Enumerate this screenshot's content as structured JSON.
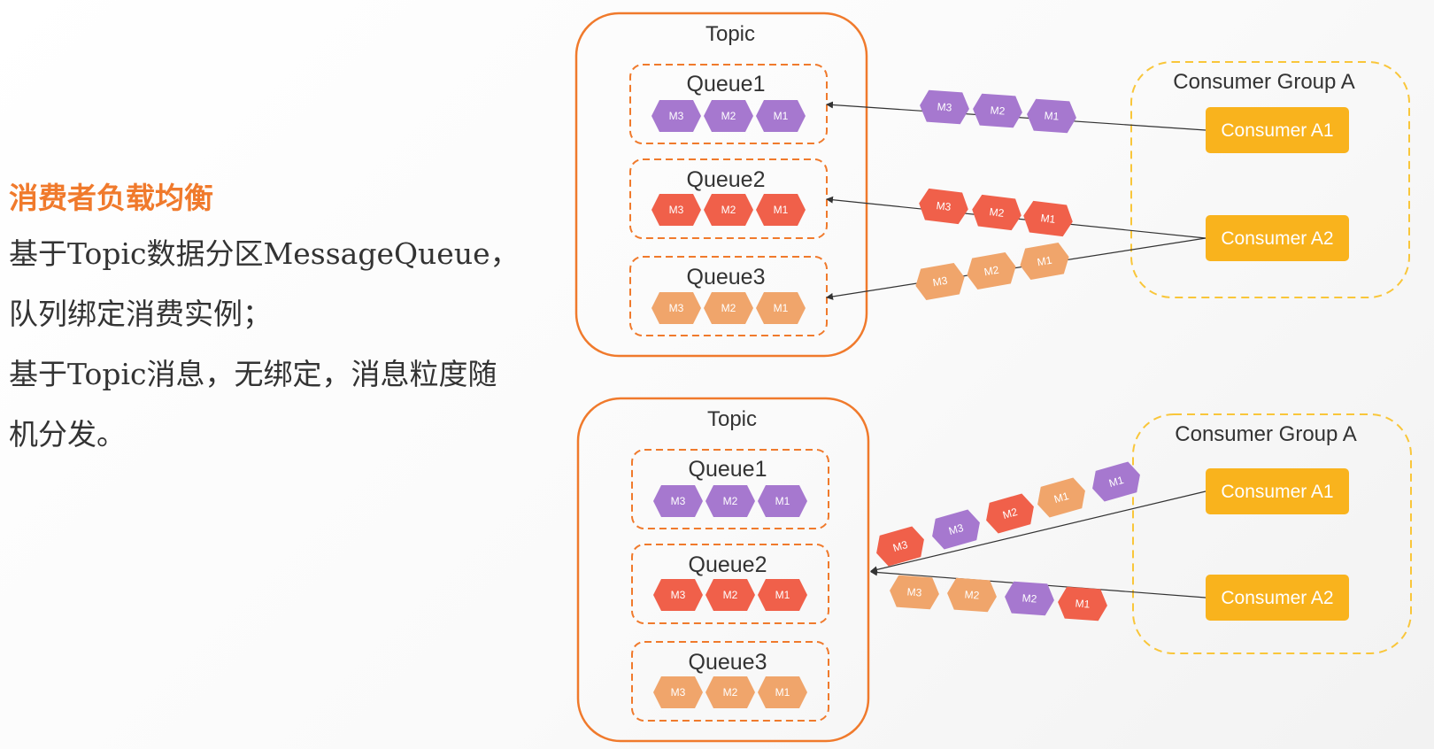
{
  "left_panel": {
    "title": "消费者负载均衡",
    "lines": [
      "基于Topic数据分区MessageQueue，",
      "队列绑定消费实例；",
      "基于Topic消息，无绑定，消息粒度随",
      "机分发。"
    ]
  },
  "colors": {
    "purple": "#a678cf",
    "red": "#f0604a",
    "orange": "#f0a56b",
    "accent": "#f07a2c",
    "consumer": "#f9b31d",
    "group_border": "#f9c63a"
  },
  "diagrams": [
    {
      "topic_label": "Topic",
      "queues": [
        {
          "label": "Queue1",
          "color": "purple",
          "messages": [
            "M3",
            "M2",
            "M1"
          ]
        },
        {
          "label": "Queue2",
          "color": "red",
          "messages": [
            "M3",
            "M2",
            "M1"
          ]
        },
        {
          "label": "Queue3",
          "color": "orange",
          "messages": [
            "M3",
            "M2",
            "M1"
          ]
        }
      ],
      "group_label": "Consumer Group A",
      "consumers": [
        "Consumer A1",
        "Consumer A2"
      ],
      "flows": [
        {
          "messages": [
            {
              "label": "M3",
              "color": "purple"
            },
            {
              "label": "M2",
              "color": "purple"
            },
            {
              "label": "M1",
              "color": "purple"
            }
          ]
        },
        {
          "messages": [
            {
              "label": "M3",
              "color": "red"
            },
            {
              "label": "M2",
              "color": "red"
            },
            {
              "label": "M1",
              "color": "red"
            }
          ]
        },
        {
          "messages": [
            {
              "label": "M3",
              "color": "orange"
            },
            {
              "label": "M2",
              "color": "orange"
            },
            {
              "label": "M1",
              "color": "orange"
            }
          ]
        }
      ]
    },
    {
      "topic_label": "Topic",
      "queues": [
        {
          "label": "Queue1",
          "color": "purple",
          "messages": [
            "M3",
            "M2",
            "M1"
          ]
        },
        {
          "label": "Queue2",
          "color": "red",
          "messages": [
            "M3",
            "M2",
            "M1"
          ]
        },
        {
          "label": "Queue3",
          "color": "orange",
          "messages": [
            "M3",
            "M2",
            "M1"
          ]
        }
      ],
      "group_label": "Consumer Group A",
      "consumers": [
        "Consumer A1",
        "Consumer A2"
      ],
      "flows": [
        {
          "messages": [
            {
              "label": "M3",
              "color": "red"
            },
            {
              "label": "M3",
              "color": "purple"
            },
            {
              "label": "M2",
              "color": "red"
            },
            {
              "label": "M1",
              "color": "orange"
            },
            {
              "label": "M1",
              "color": "purple"
            }
          ]
        },
        {
          "messages": [
            {
              "label": "M3",
              "color": "orange"
            },
            {
              "label": "M2",
              "color": "orange"
            },
            {
              "label": "M2",
              "color": "purple"
            },
            {
              "label": "M1",
              "color": "red"
            }
          ]
        }
      ]
    }
  ]
}
